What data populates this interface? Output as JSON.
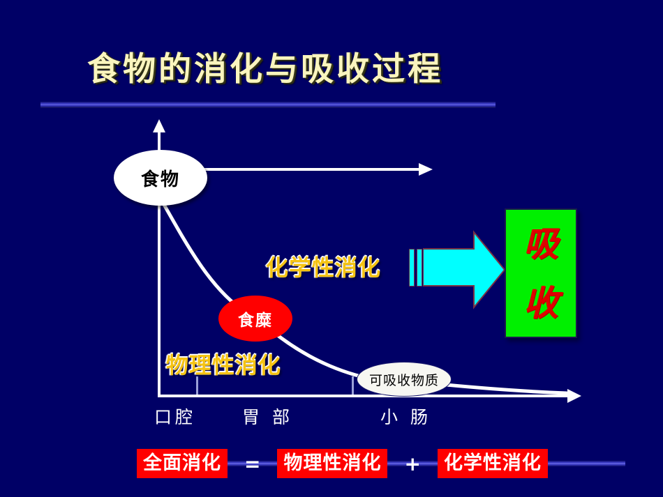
{
  "slide": {
    "title": "食物的消化与吸收过程",
    "background_color": "#000066",
    "title_color": "#FAF5BE"
  },
  "diagram": {
    "food_node": "食物",
    "chyme_node": "食糜",
    "absorbable_node": "可吸收物质",
    "chemical_digestion_label": "化学性消化",
    "physical_digestion_label": "物理性消化",
    "absorption_box": {
      "char_1": "吸",
      "char_2": "收",
      "fill_color": "#00F000",
      "text_color": "#E00000"
    },
    "axis": {
      "x_labels": [
        "口腔",
        "胃 部",
        "小 肠"
      ]
    },
    "colors": {
      "food_fill": "#FFFFFF",
      "chyme_fill": "#FF0000",
      "gold_label": "#F5C313",
      "arrow_cyan": "#00FFFF"
    }
  },
  "equation": {
    "term_total": "全面消化",
    "operator_equals": "=",
    "term_physical": "物理性消化",
    "operator_plus": "+",
    "term_chemical": "化学性消化",
    "box_color": "#FF0000"
  }
}
